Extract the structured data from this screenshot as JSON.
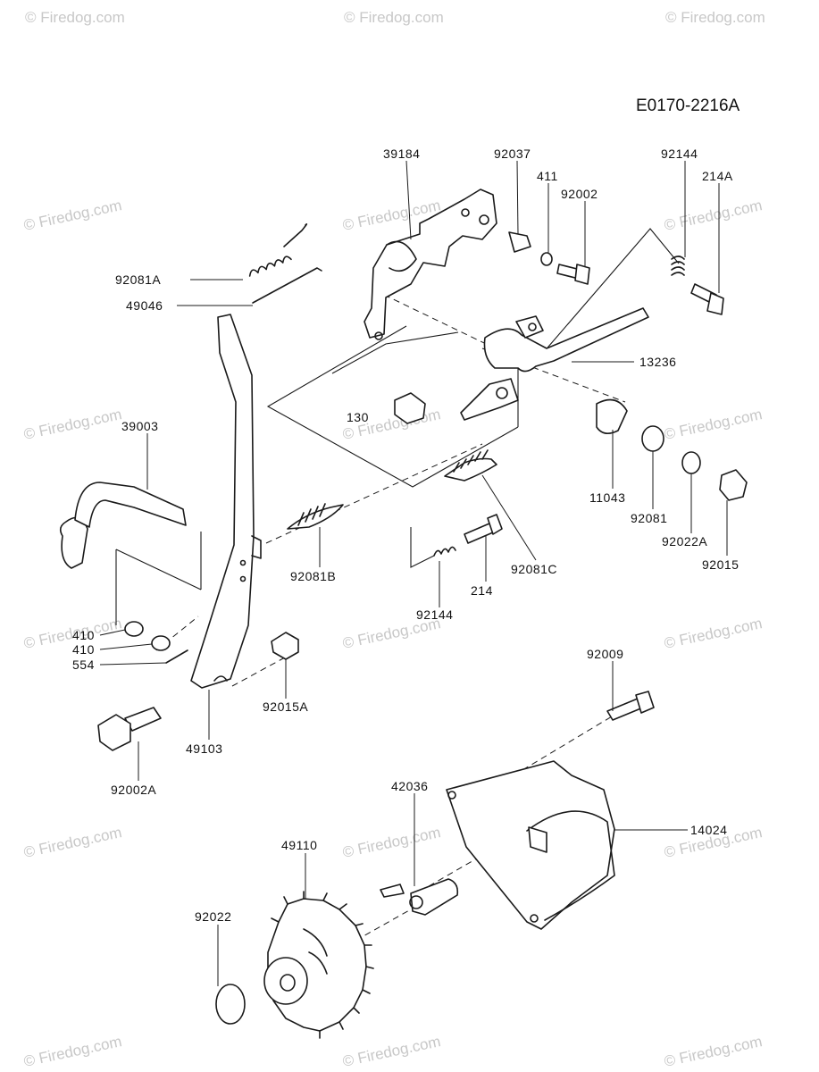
{
  "diagram_code": "E0170-2216A",
  "watermark": "© Firedog.com",
  "parts": [
    "39184",
    "92037",
    "411",
    "92002",
    "92144",
    "214A",
    "92081A",
    "49046",
    "13236",
    "130",
    "39003",
    "11043",
    "92081",
    "92022A",
    "92015",
    "92081B",
    "92081C",
    "214",
    "92144",
    "410",
    "410",
    "554",
    "92015A",
    "49103",
    "92002A",
    "92009",
    "42036",
    "14024",
    "49110",
    "92022"
  ]
}
